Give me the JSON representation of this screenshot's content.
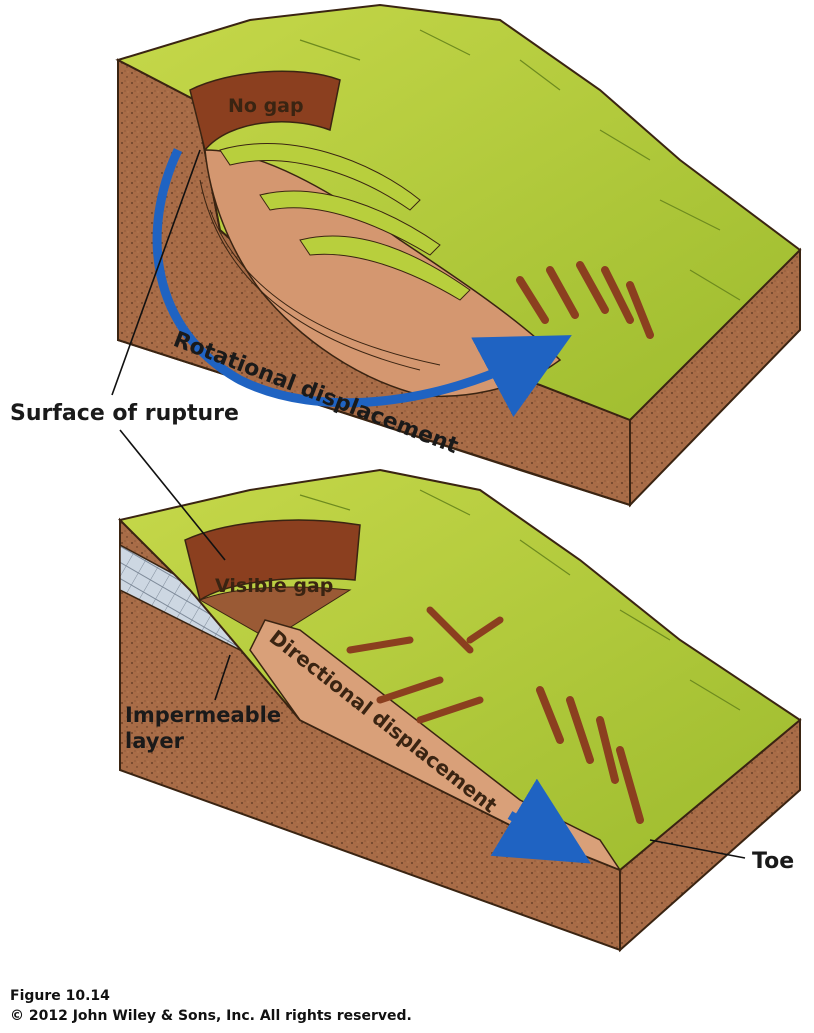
{
  "labels": {
    "no_gap": "No gap",
    "surface_of_rupture": "Surface of rupture",
    "rotational_displacement": "Rotational displacement",
    "visible_gap": "Visible gap",
    "directional_displacement": "Directional displacement",
    "impermeable_layer_line1": "Impermeable",
    "impermeable_layer_line2": "layer",
    "toe": "Toe"
  },
  "caption": {
    "figure": "Figure 10.14",
    "copyright": "© 2012 John Wiley & Sons, Inc. All rights reserved."
  },
  "colors": {
    "grass": "#b5cf3c",
    "grass_dark": "#8fae2a",
    "soil": "#a56a45",
    "soil_light": "#d9a079",
    "scarp": "#8b3f1f",
    "impermeable": "#c9d3df",
    "arrow": "#1f63c2"
  }
}
